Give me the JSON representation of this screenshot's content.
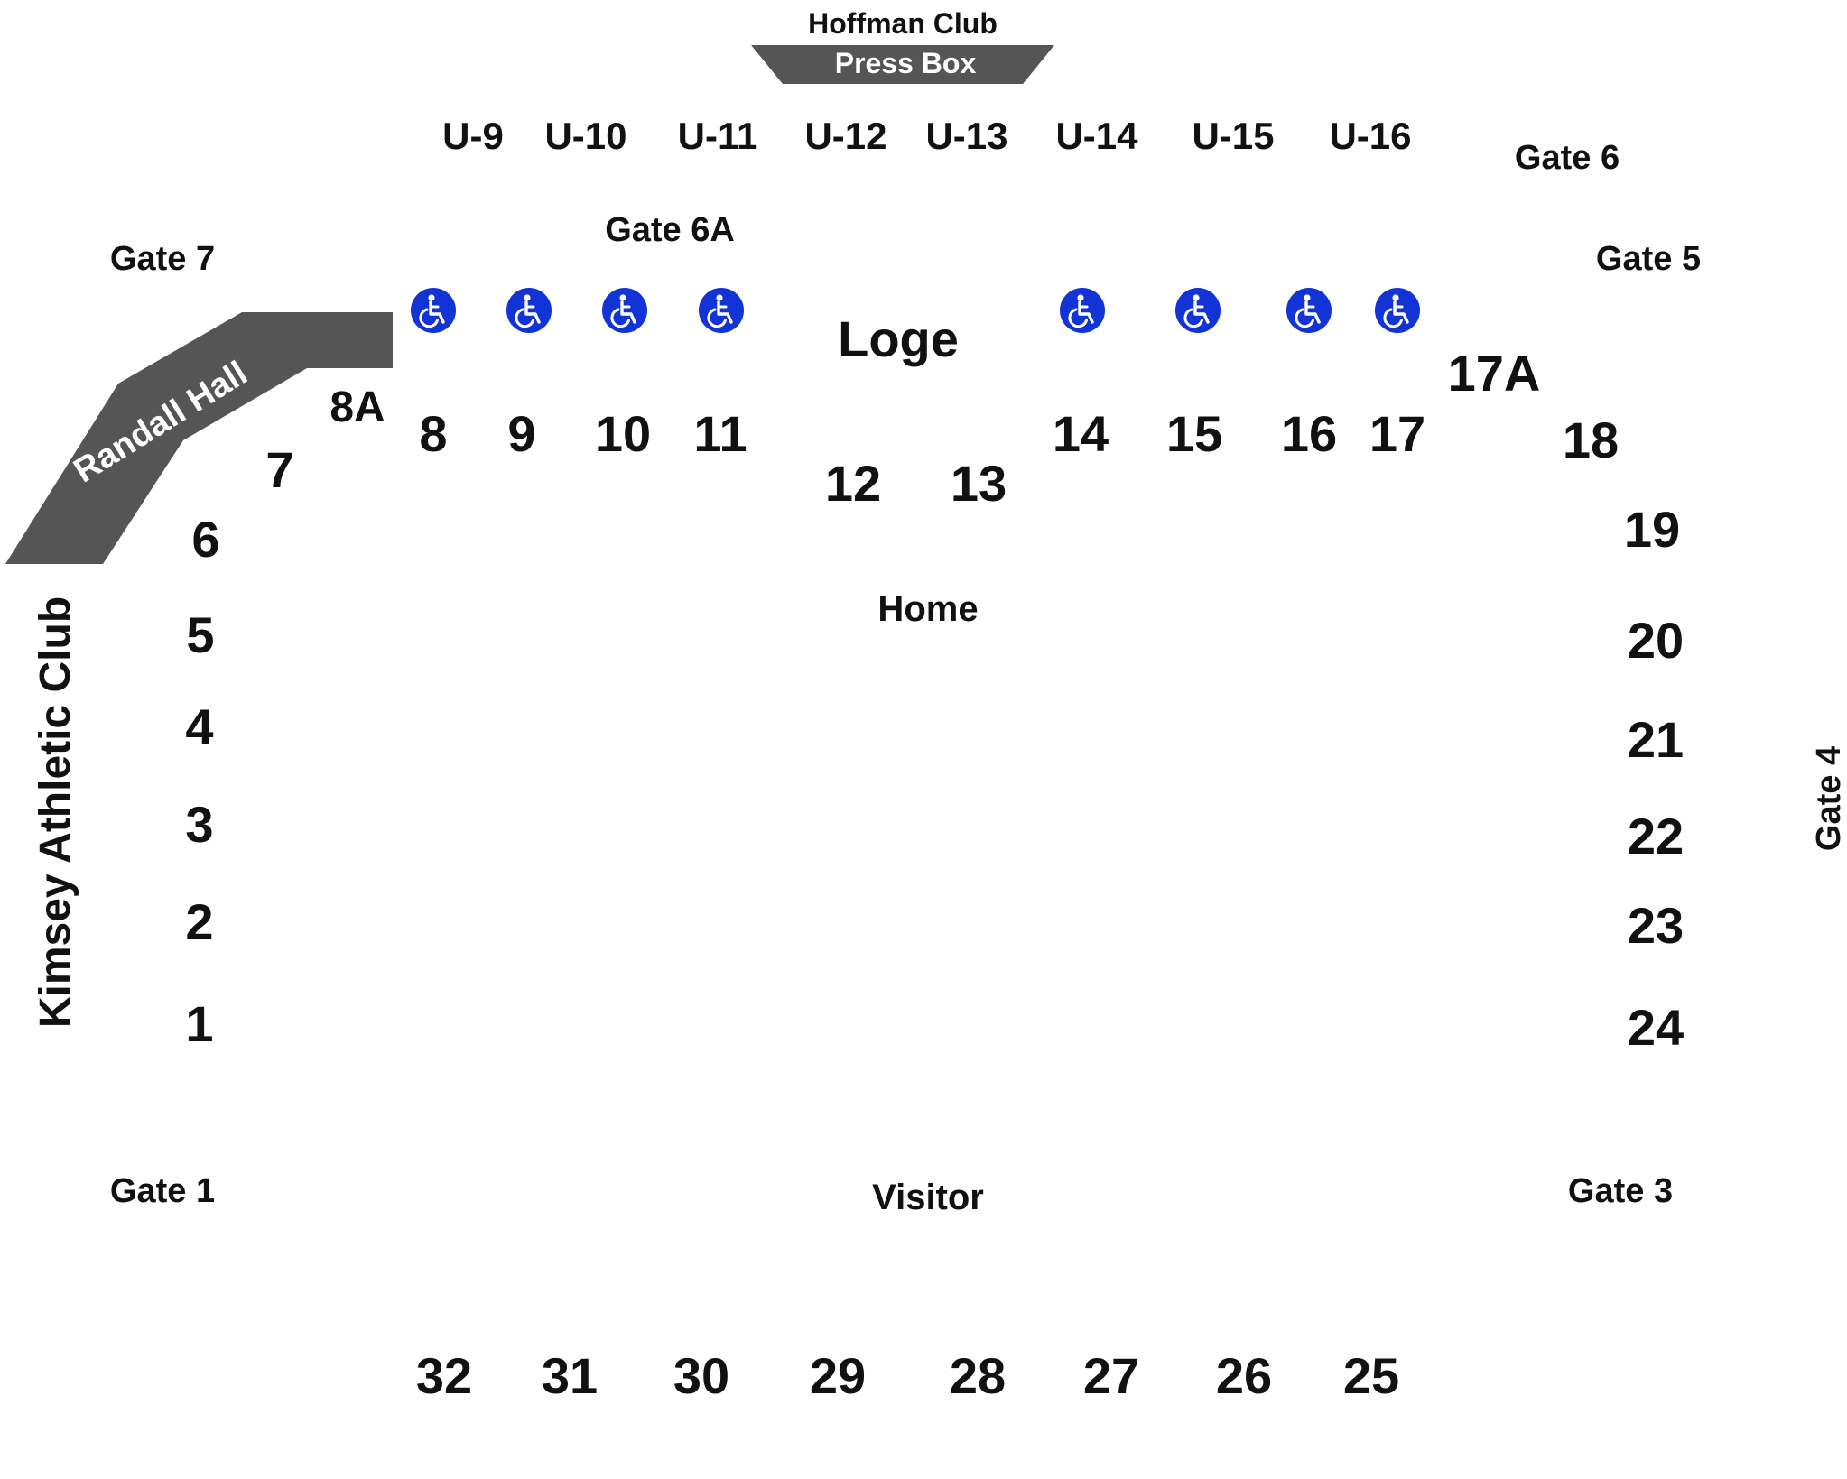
{
  "colors": {
    "structure": "#555555",
    "accessible": "#1233d6",
    "text": "#111111"
  },
  "icons": {
    "accessible_seating": "wheelchair-icon"
  },
  "buildings": {
    "hoffman_club": "Hoffman Club",
    "press_box": "Press Box",
    "randall_hall": "Randall Hall",
    "kimsey": "Kimsey Athletic Club"
  },
  "gates": {
    "gate_1": "Gate 1",
    "gate_3": "Gate 3",
    "gate_4": "Gate 4",
    "gate_5": "Gate 5",
    "gate_6": "Gate 6",
    "gate_6a": "Gate 6A",
    "gate_7": "Gate 7"
  },
  "zones": {
    "loge": "Loge",
    "home": "Home",
    "visitor": "Visitor"
  },
  "upper_sections": [
    "U-9",
    "U-10",
    "U-11",
    "U-12",
    "U-13",
    "U-14",
    "U-15",
    "U-16"
  ],
  "sections": {
    "s1": "1",
    "s2": "2",
    "s3": "3",
    "s4": "4",
    "s5": "5",
    "s6": "6",
    "s7": "7",
    "s8a": "8A",
    "s8": "8",
    "s9": "9",
    "s10": "10",
    "s11": "11",
    "s12": "12",
    "s13": "13",
    "s14": "14",
    "s15": "15",
    "s16": "16",
    "s17": "17",
    "s17a": "17A",
    "s18": "18",
    "s19": "19",
    "s20": "20",
    "s21": "21",
    "s22": "22",
    "s23": "23",
    "s24": "24",
    "s25": "25",
    "s26": "26",
    "s27": "27",
    "s28": "28",
    "s29": "29",
    "s30": "30",
    "s31": "31",
    "s32": "32"
  }
}
